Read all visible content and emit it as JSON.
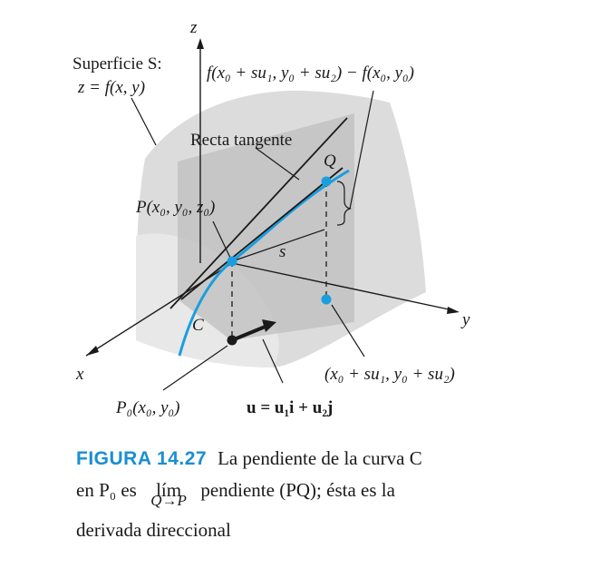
{
  "figure": {
    "axis_z": "z",
    "axis_y": "y",
    "axis_x": "x",
    "surface_label_1": "Superficie S:",
    "surface_label_2": "z = f(x, y)",
    "difference_label": "f(x₀ + su₁, y₀ + su₂) − f(x₀, y₀)",
    "tangent_label": "Recta tangente",
    "q_label": "Q",
    "p_label": "P(x₀, y₀, z₀)",
    "s_label": "s",
    "c_label": "C",
    "point_label": "(x₀ + su₁, y₀ + su₂)",
    "p0_label": "P₀(x₀, y₀)",
    "u_label": "u = u₁i + u₂j",
    "colors": {
      "surface": "#d0d0d0",
      "surface_light": "#e6e6e6",
      "plane": "#bdbdbd",
      "curve": "#1a9ee0",
      "accent": "#1a8fd0",
      "ink": "#1a1a1a"
    }
  },
  "caption": {
    "figure_label": "FIGURA 14.27",
    "line1": "La pendiente de la curva C",
    "line2_a": "en P₀ es",
    "lim": "lím",
    "lim_sub": "Q→P",
    "line2_b": "pendiente (PQ); ésta es la",
    "line3": "derivada direccional"
  }
}
